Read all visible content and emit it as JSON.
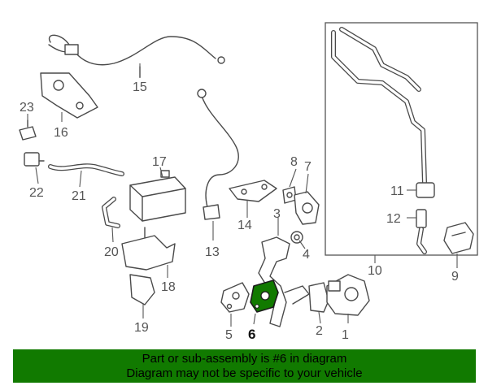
{
  "diagram": {
    "callouts": [
      "1",
      "2",
      "3",
      "4",
      "5",
      "6",
      "7",
      "8",
      "9",
      "10",
      "11",
      "12",
      "13",
      "14",
      "15",
      "16",
      "17",
      "18",
      "19",
      "20",
      "21",
      "22",
      "23"
    ],
    "highlighted_part": "6",
    "highlight_color": "#117a00"
  },
  "banner": {
    "line1": "Part or sub-assembly is #6 in diagram",
    "line2": "Diagram may not be specific to your vehicle",
    "background": "#117a00"
  }
}
